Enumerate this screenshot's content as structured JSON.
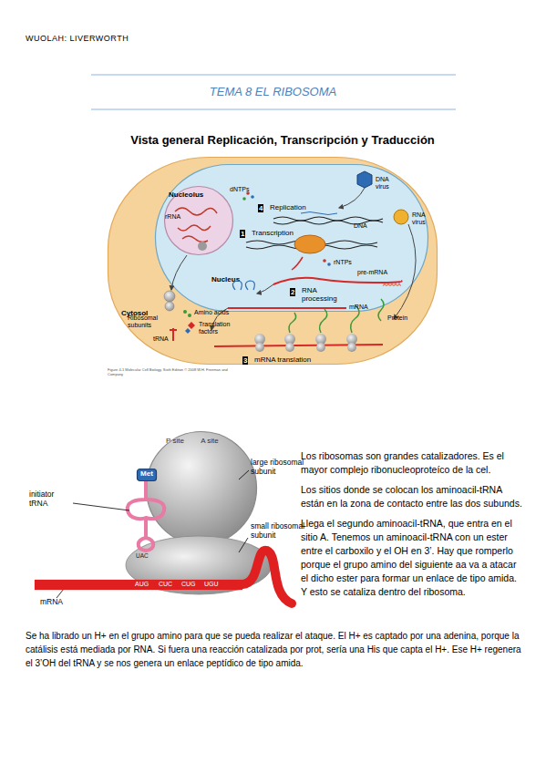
{
  "diagram": {
    "title": "TEMA 8 EL RIBOSOMA",
    "nodes": [
      {
        "text": [
          "Cytosol"
        ]
      },
      {
        "text": [
          "Nucleus"
        ],
        "in": 0
      },
      {
        "text": [
          "Nucleolus",
          "rRNA"
        ],
        "in": 1
      },
      {
        "text": [
          "P site",
          "A site"
        ]
      },
      {
        "text": [
          "Met"
        ]
      },
      {
        "text": [
          "AUG",
          "CUC",
          "CUG",
          "UGU"
        ]
      }
    ],
    "labels": [
      "WUOLAH: LIVERWORTH",
      "Vista general Replicación, Transcripción y Traducción",
      "dNTPs",
      "4",
      "Replication",
      "DNA",
      "DNA virus",
      "RNA virus",
      "1",
      "Transcription",
      "rNTPs",
      "pre-mRNA",
      "2",
      "RNA processing",
      "AAAAA",
      "mRNA",
      "Ribosomal subunits",
      "Amino acids",
      "Translation factors",
      "tRNA",
      "3",
      "mRNA translation",
      "Protein",
      "Figure 4-1 Molecular Cell Biology, Sixth Edition © 2008 W.H. Freeman and Company",
      "large ribosomal subunit",
      "initiator tRNA",
      "UAC",
      "small ribosomal subunit",
      "mRNA",
      "Los ribosomas son grandes catalizadores. Es el mayor complejo ribonucleoproteíco de la cel.",
      "Los sitios donde se colocan los aminoacil-tRNA están en la zona de contacto entre las dos subunds.",
      "Llega el segundo aminoacil-tRNA, que entra en el sitio A. Tenemos un aminoacil-tRNA con un ester entre el carboxilo y el OH en 3’. Hay que romperlo porque el grupo amino del siguiente aa va a atacar el dicho ester para formar un enlace de tipo amida. Y esto se cataliza dentro del ribosoma.",
      "Se ha librado un H+ en el grupo amino para que se pueda realizar el ataque. El H+ es captado por una adenina, porque la catálisis está mediada por RNA. Si fuera una reacción catalizada por prot, sería una His que capta el H+. Ese H+ regenera el 3’OH del tRNA y se nos genera un enlace peptídico de tipo amida."
    ]
  }
}
